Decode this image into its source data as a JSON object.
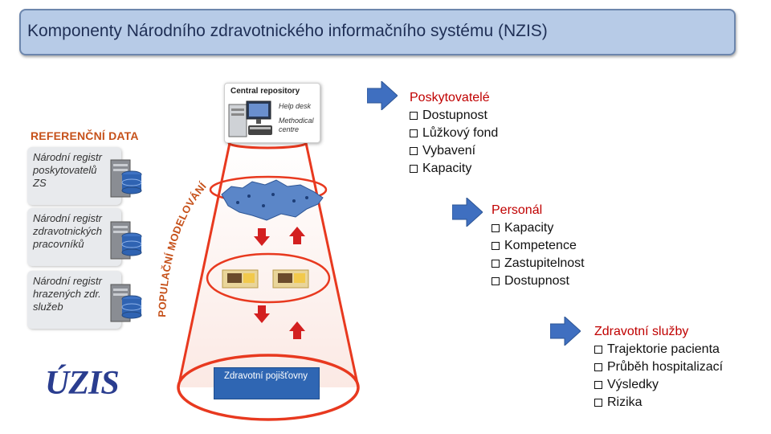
{
  "title": "Komponenty Národního zdravotnického informačního systému (NZIS)",
  "reference": {
    "heading": "REFERENČNÍ DATA",
    "registers": [
      {
        "lines": [
          "Národní registr",
          "poskytovatelů",
          "ZS"
        ]
      },
      {
        "lines": [
          "Národní registr",
          "zdravotnických",
          "pracovníků"
        ]
      },
      {
        "lines": [
          "Národní registr",
          "hrazených zdr.",
          "služeb"
        ]
      }
    ]
  },
  "modeling_label": "POPULAČNÍ MODELOVÁNÍ",
  "central_repository": {
    "title": "Central repository",
    "items": [
      "Help desk",
      "Methodical centre"
    ]
  },
  "insurers_label": "Zdravotní pojišťovny",
  "logo_text": "ÚZIS",
  "lists": {
    "providers": {
      "heading": "Poskytovatelé",
      "items": [
        "Dostupnost",
        "Lůžkový fond",
        "Vybavení",
        "Kapacity"
      ]
    },
    "personnel": {
      "heading": "Personál",
      "items": [
        "Kapacity",
        "Kompetence",
        "Zastupitelnost",
        "Dostupnost"
      ]
    },
    "services": {
      "heading": "Zdravotní služby",
      "items": [
        "Trajektorie pacienta",
        "Průběh hospitalizací",
        "Výsledky",
        "Rizika"
      ]
    }
  },
  "colors": {
    "title_bg": "#b7cbe7",
    "accent_orange": "#c6511a",
    "arrow_blue": "#3f6fc0",
    "funnel_red": "#e8391f",
    "heading_red": "#c00000",
    "map_blue": "#5b86c8"
  }
}
